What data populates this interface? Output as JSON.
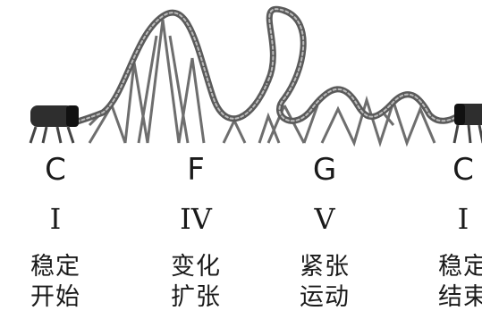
{
  "stages": [
    {
      "chord": "C",
      "roman": "I",
      "description": "稳定\n开始"
    },
    {
      "chord": "F",
      "roman": "IV",
      "description": "变化\n扩张"
    },
    {
      "chord": "G",
      "roman": "V",
      "description": "紧张\n运动"
    },
    {
      "chord": "C",
      "roman": "I",
      "description": "稳定\n结束"
    }
  ],
  "colors": {
    "track": "#5a5a5a",
    "support": "#6e6e6e",
    "car": "#2e2e2e",
    "text": "#1a1a1a"
  }
}
